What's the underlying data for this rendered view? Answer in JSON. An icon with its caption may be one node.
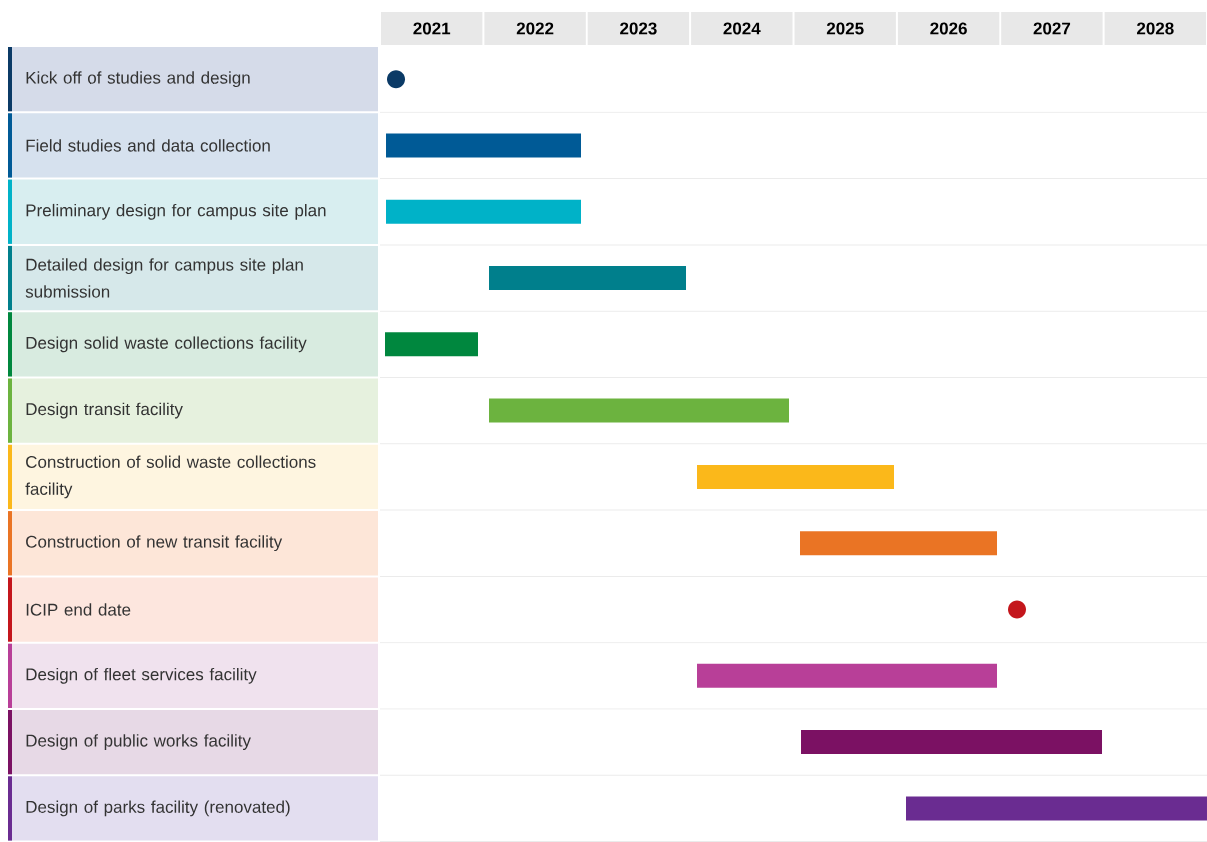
{
  "diagram": {
    "nodes": [
      {
        "text": [
          "Kick off of studies and design"
        ]
      },
      {
        "text": [],
        "shape": "circle"
      },
      {
        "text": [
          "Field studies and data collection"
        ]
      },
      {
        "text": [],
        "shape": "bar"
      },
      {
        "text": [
          "Preliminary design for campus site plan"
        ]
      },
      {
        "text": [],
        "shape": "bar"
      },
      {
        "text": [
          "Detailed design for campus site plan submission"
        ]
      },
      {
        "text": [],
        "shape": "bar"
      },
      {
        "text": [
          "Design solid waste collections facility"
        ]
      },
      {
        "text": [],
        "shape": "bar"
      },
      {
        "text": [
          "Design transit facility"
        ]
      },
      {
        "text": [],
        "shape": "bar"
      },
      {
        "text": [
          "Construction of solid waste collections facility"
        ]
      },
      {
        "text": [],
        "shape": "bar"
      },
      {
        "text": [
          "Construction of new transit facility"
        ]
      },
      {
        "text": [],
        "shape": "bar"
      },
      {
        "text": [
          "ICIP end date"
        ]
      },
      {
        "text": [],
        "shape": "circle"
      },
      {
        "text": [
          "Design of fleet services facility"
        ]
      },
      {
        "text": [],
        "shape": "bar"
      },
      {
        "text": [
          "Design of public works facility"
        ]
      },
      {
        "text": [],
        "shape": "bar"
      },
      {
        "text": [
          "Design of parks facility (renovated)"
        ]
      },
      {
        "text": [],
        "shape": "bar"
      }
    ],
    "labels": [
      "2021",
      "2022",
      "2023",
      "2024",
      "2025",
      "2026",
      "2027",
      "2028"
    ]
  }
}
